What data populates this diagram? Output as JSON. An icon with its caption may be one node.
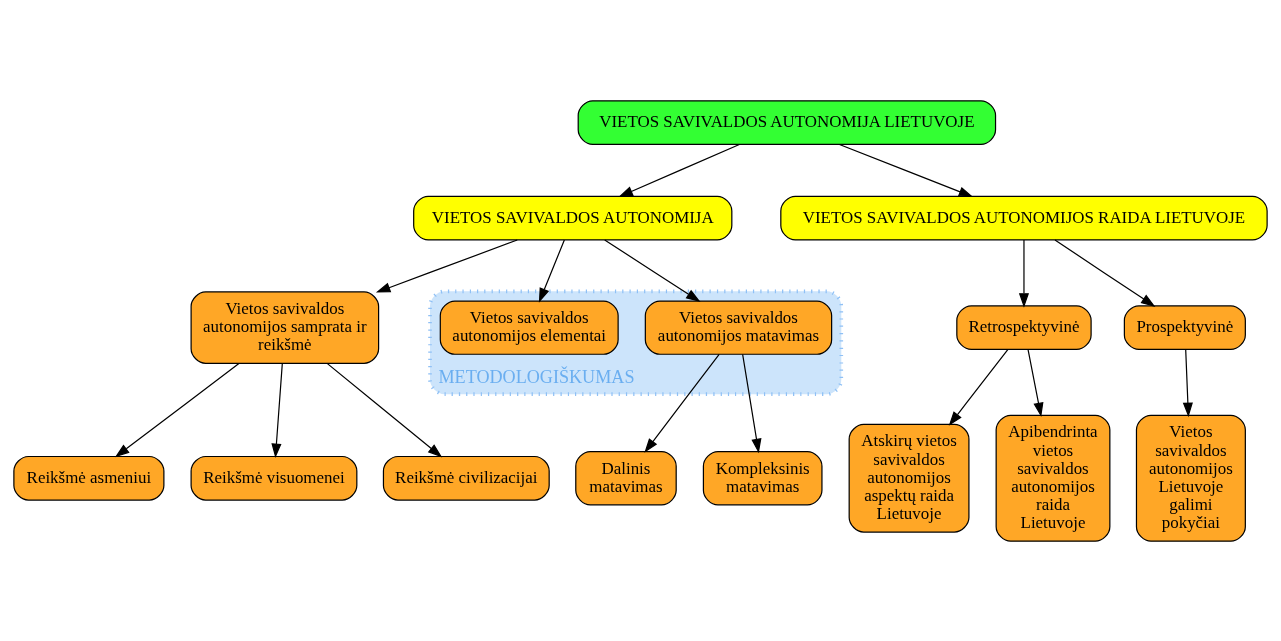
{
  "diagram": {
    "nodes": [
      {
        "text": [
          "VIETOS SAVIVALDOS AUTONOMIJA LIETUVOJE"
        ]
      },
      {
        "text": [
          "VIETOS SAVIVALDOS AUTONOMIJA"
        ]
      },
      {
        "text": [
          "VIETOS SAVIVALDOS AUTONOMIJOS RAIDA LIETUVOJE"
        ]
      },
      {
        "text": [
          "Vietos savivaldos autonomijos samprata ir reikšmė"
        ]
      },
      {
        "text": [
          "METODOLOGIŠKUMAS"
        ]
      },
      {
        "text": [
          "Vietos savivaldos autonomijos elementai"
        ],
        "in": 4
      },
      {
        "text": [
          "Vietos savivaldos autonomijos matavimas"
        ],
        "in": 4
      },
      {
        "text": [
          "Retrospektyvinė"
        ]
      },
      {
        "text": [
          "Prospektyvinė"
        ]
      },
      {
        "text": [
          "Reikšmė asmeniui"
        ]
      },
      {
        "text": [
          "Reikšmė visuomenei"
        ]
      },
      {
        "text": [
          "Reikšmė civilizacijai"
        ]
      },
      {
        "text": [
          "Dalinis matavimas"
        ]
      },
      {
        "text": [
          "Kompleksinis matavimas"
        ]
      },
      {
        "text": [
          "Atskirų vietos savivaldos autonomijos aspektų raida Lietuvoje"
        ]
      },
      {
        "text": [
          "Apibendrinta vietos savivaldos autonomijos raida Lietuvoje"
        ]
      },
      {
        "text": [
          "Vietos savivaldos autonomijos Lietuvoje galimi pokyčiai"
        ]
      }
    ],
    "edges": [
      {
        "from": 0,
        "to": 1,
        "arrow": "to"
      },
      {
        "from": 0,
        "to": 2,
        "arrow": "to"
      },
      {
        "from": 1,
        "to": 3,
        "arrow": "to"
      },
      {
        "from": 1,
        "to": 5,
        "arrow": "to"
      },
      {
        "from": 1,
        "to": 6,
        "arrow": "to"
      },
      {
        "from": 2,
        "to": 7,
        "arrow": "to"
      },
      {
        "from": 2,
        "to": 8,
        "arrow": "to"
      },
      {
        "from": 3,
        "to": 9,
        "arrow": "to"
      },
      {
        "from": 3,
        "to": 10,
        "arrow": "to"
      },
      {
        "from": 3,
        "to": 11,
        "arrow": "to"
      },
      {
        "from": 6,
        "to": 12,
        "arrow": "to"
      },
      {
        "from": 6,
        "to": 13,
        "arrow": "to"
      },
      {
        "from": 7,
        "to": 14,
        "arrow": "to"
      },
      {
        "from": 7,
        "to": 15,
        "arrow": "to"
      },
      {
        "from": 8,
        "to": 16,
        "arrow": "to"
      }
    ]
  }
}
